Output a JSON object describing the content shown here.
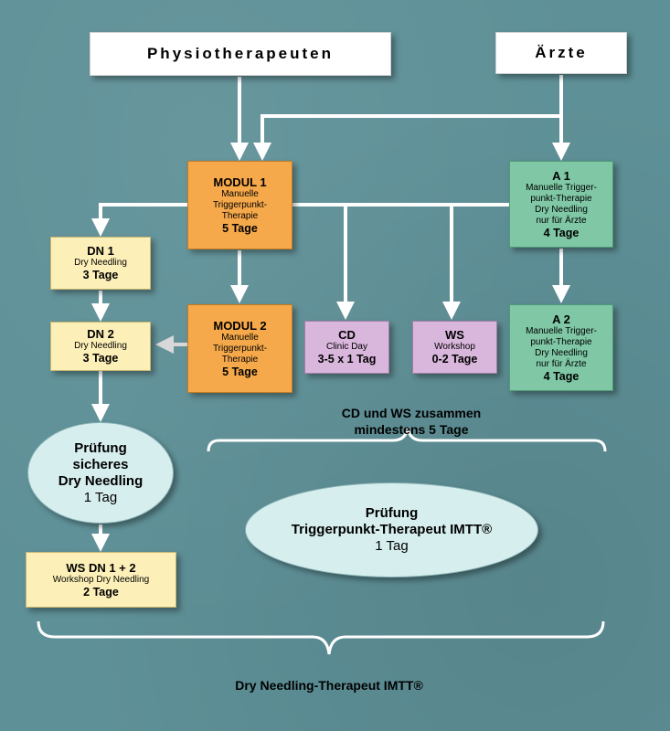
{
  "headers": {
    "physio": "Physiotherapeuten",
    "aerzte": "Ärzte"
  },
  "modul1": {
    "title": "MODUL 1",
    "line1": "Manuelle",
    "line2": "Triggerpunkt-",
    "line3": "Therapie",
    "duration": "5 Tage"
  },
  "modul2": {
    "title": "MODUL 2",
    "line1": "Manuelle",
    "line2": "Triggerpunkt-",
    "line3": "Therapie",
    "duration": "5 Tage"
  },
  "a1": {
    "title": "A 1",
    "line1": "Manuelle Trigger-",
    "line2": "punkt-Therapie",
    "line3": "Dry Needling",
    "line4": "nur für Ärzte",
    "duration": "4 Tage"
  },
  "a2": {
    "title": "A 2",
    "line1": "Manuelle Trigger-",
    "line2": "punkt-Therapie",
    "line3": "Dry Needling",
    "line4": "nur für Ärzte",
    "duration": "4 Tage"
  },
  "dn1": {
    "title": "DN 1",
    "subtitle": "Dry Needling",
    "duration": "3 Tage"
  },
  "dn2": {
    "title": "DN 2",
    "subtitle": "Dry Needling",
    "duration": "3 Tage"
  },
  "cd": {
    "title": "CD",
    "subtitle": "Clinic Day",
    "duration": "3-5 x 1 Tag"
  },
  "ws": {
    "title": "WS",
    "subtitle": "Workshop",
    "duration": "0-2 Tage"
  },
  "wsdn": {
    "title": "WS DN 1 + 2",
    "subtitle": "Workshop Dry Needling",
    "duration": "2 Tage"
  },
  "exam_dn": {
    "line1": "Prüfung",
    "line2": "sicheres",
    "line3": "Dry Needling",
    "duration": "1 Tag"
  },
  "exam_tp": {
    "line1": "Prüfung",
    "line2": "Triggerpunkt-Therapeut IMTT®",
    "duration": "1 Tag"
  },
  "note_cdws": {
    "line1": "CD und WS zusammen",
    "line2": "mindestens 5 Tage"
  },
  "footer": "Dry Needling-Therapeut IMTT®",
  "colors": {
    "background": "#5e9097",
    "orange": "#f6a94b",
    "green": "#7fc7a5",
    "yellow": "#fcefb8",
    "purple": "#d9b6dc",
    "exam": "#d7eeee",
    "connector": "#ffffff"
  }
}
